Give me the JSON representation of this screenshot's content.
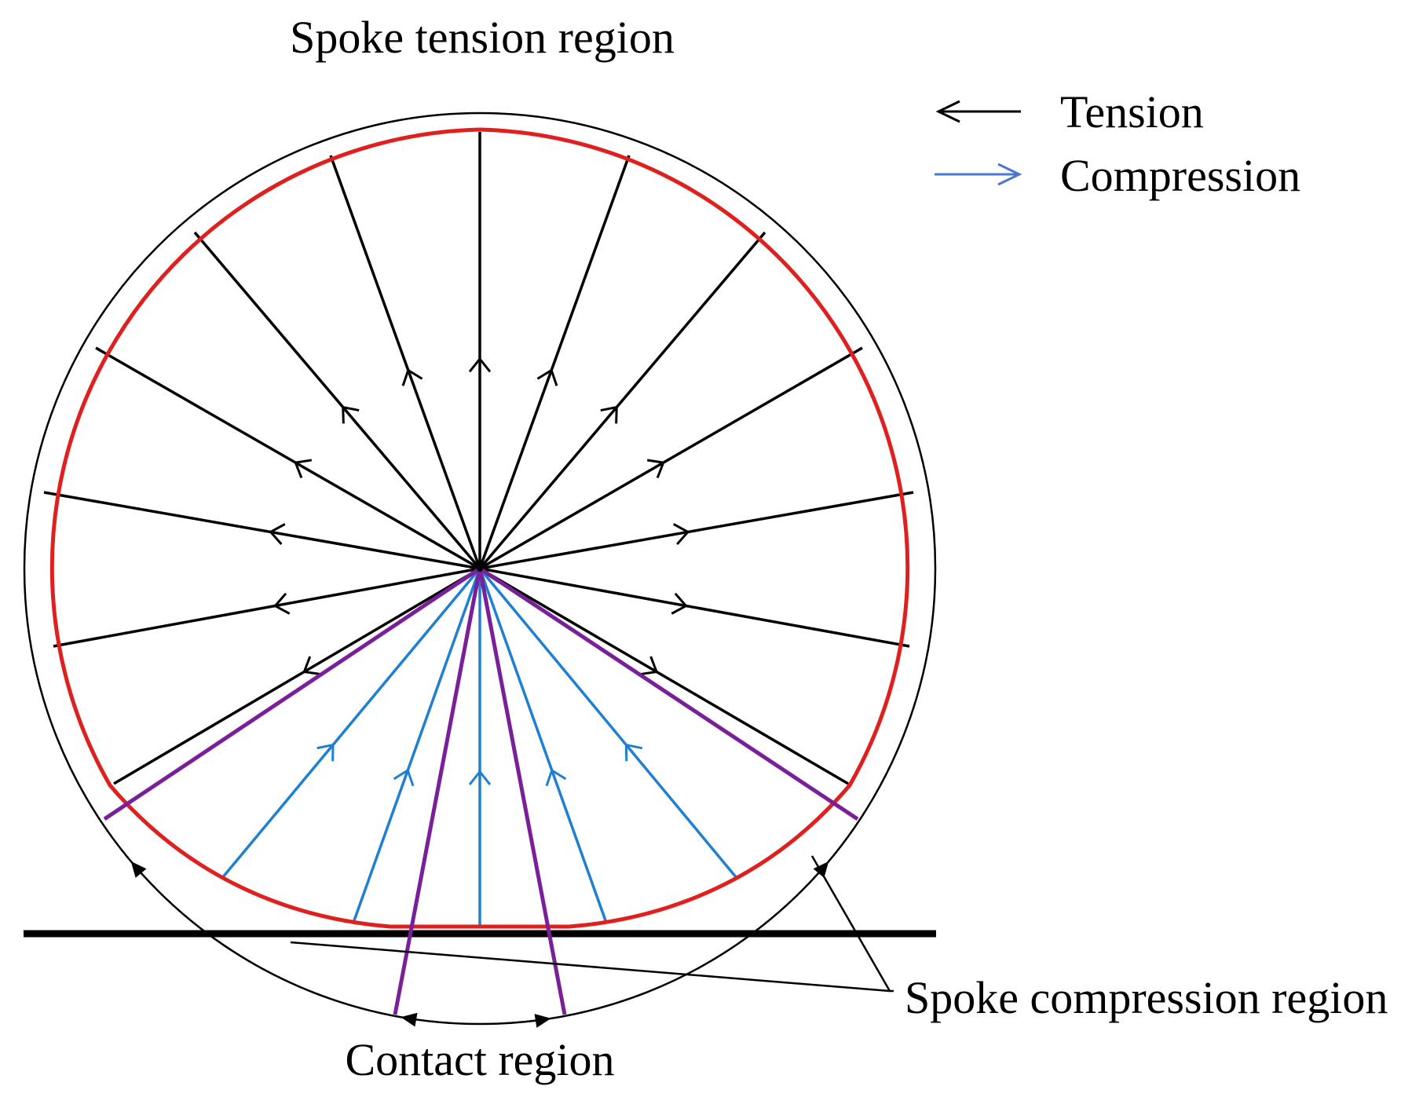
{
  "labels": {
    "top": "Spoke tension region",
    "right_bottom": "Spoke compression region",
    "bottom": "Contact region"
  },
  "legend": {
    "tension": "Tension",
    "compression": "Compression"
  },
  "colors": {
    "tension": "#000000",
    "compression": "#1f7fd0",
    "deformed_rim": "#e01f1f",
    "boundary": "#7a1f9a",
    "outline": "#000000",
    "legend_compression_arrow": "#4a77cf"
  }
}
